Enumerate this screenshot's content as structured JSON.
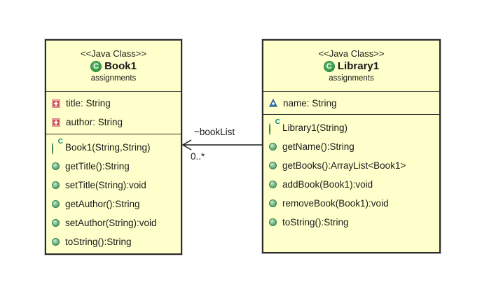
{
  "diagram": {
    "classes": [
      {
        "stereotype": "<<Java Class>>",
        "name": "Book1",
        "package": "assignments",
        "fields": [
          {
            "visibility": "private",
            "text": "title: String"
          },
          {
            "visibility": "private",
            "text": "author: String"
          }
        ],
        "methods": [
          {
            "kind": "constructor",
            "text": "Book1(String,String)"
          },
          {
            "kind": "public",
            "text": "getTitle():String"
          },
          {
            "kind": "public",
            "text": "setTitle(String):void"
          },
          {
            "kind": "public",
            "text": "getAuthor():String"
          },
          {
            "kind": "public",
            "text": "setAuthor(String):void"
          },
          {
            "kind": "public",
            "text": "toString():String"
          }
        ]
      },
      {
        "stereotype": "<<Java Class>>",
        "name": "Library1",
        "package": "assignments",
        "fields": [
          {
            "visibility": "package",
            "text": "name: String"
          }
        ],
        "methods": [
          {
            "kind": "constructor",
            "text": "Library1(String)"
          },
          {
            "kind": "public",
            "text": "getName():String"
          },
          {
            "kind": "public",
            "text": "getBooks():ArrayList<Book1>"
          },
          {
            "kind": "public",
            "text": "addBook(Book1):void"
          },
          {
            "kind": "public",
            "text": "removeBook(Book1):void"
          },
          {
            "kind": "public",
            "text": "toString():String"
          }
        ]
      }
    ],
    "association": {
      "label": "~bookList",
      "multiplicity": "0..*"
    },
    "colors": {
      "class_fill": "#FFFFCC",
      "border": "#2B2B2B",
      "class_icon_green": "#3FA34D",
      "private_red": "#CE4A4A",
      "package_blue": "#3875B5",
      "constructor_teal": "#00897B"
    }
  }
}
